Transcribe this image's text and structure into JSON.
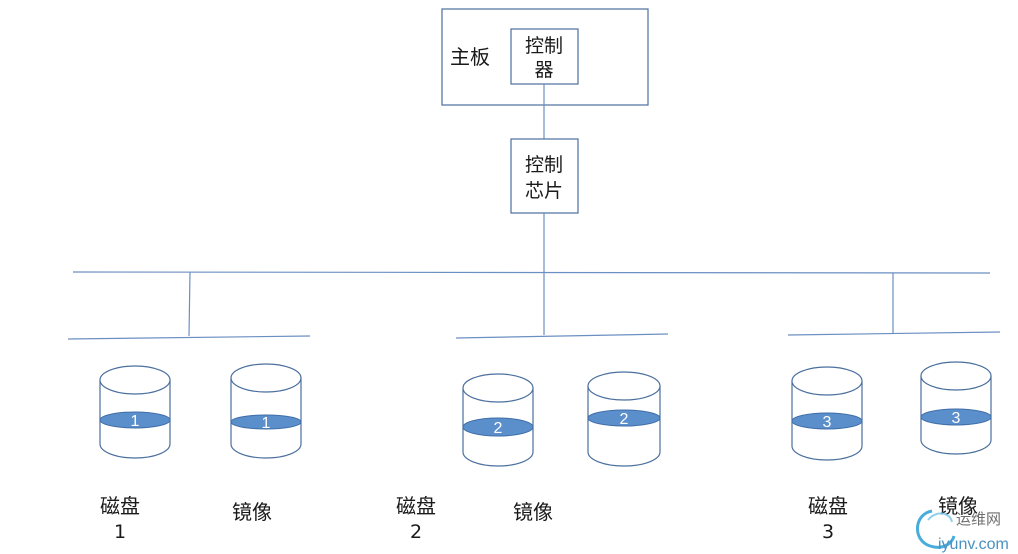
{
  "mainboard": {
    "label": "主板",
    "controller_line1": "控制",
    "controller_line2": "器"
  },
  "chip": {
    "line1": "控制",
    "line2": "芯片"
  },
  "groups": [
    {
      "disk_name": "磁盘",
      "disk_num": "1",
      "mirror_name": "镜像",
      "disk_mark": "1",
      "mirror_mark": "1"
    },
    {
      "disk_name": "磁盘",
      "disk_num": "2",
      "mirror_name": "镜像",
      "disk_mark": "2",
      "mirror_mark": "2"
    },
    {
      "disk_name": "磁盘",
      "disk_num": "3",
      "mirror_name": "镜像",
      "disk_mark": "3",
      "mirror_mark": "3"
    }
  ],
  "watermark": {
    "site_cn": "运维网",
    "site_url": "iyunv.com"
  },
  "colors": {
    "line": "#6b8fc2",
    "band": "#5b8fcb",
    "band_stroke": "#3f6ea8",
    "box_stroke": "#4a6f9e"
  }
}
